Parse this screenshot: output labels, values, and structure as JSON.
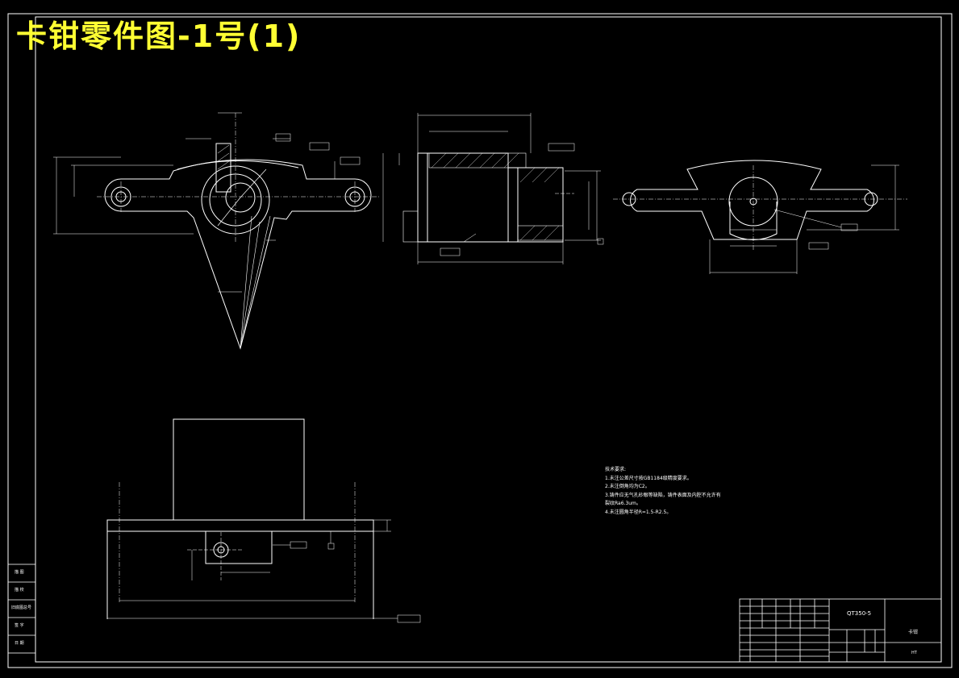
{
  "title": "卡钳零件图-1号(1)",
  "tech_notes": {
    "heading": "技术要求:",
    "items": [
      "1.未注公差尺寸按GB1184级精度要求。",
      "2.未注倒角均为C2。",
      "3.铸件应无气孔砂眼等缺陷，铸件表面及内腔不允许有",
      "裂纹Ra6.3um。",
      "4.未注圆角半径R=1.5-R2.5。"
    ]
  },
  "title_block": {
    "model": "QT350-5",
    "part_name": "卡钳",
    "material": "HT"
  },
  "side_table": [
    "描 图",
    "描 校",
    "旧底图总号",
    "签 字",
    "日 期"
  ],
  "colors": {
    "background": "#000000",
    "line": "#ffffff",
    "title": "#ffff33"
  }
}
